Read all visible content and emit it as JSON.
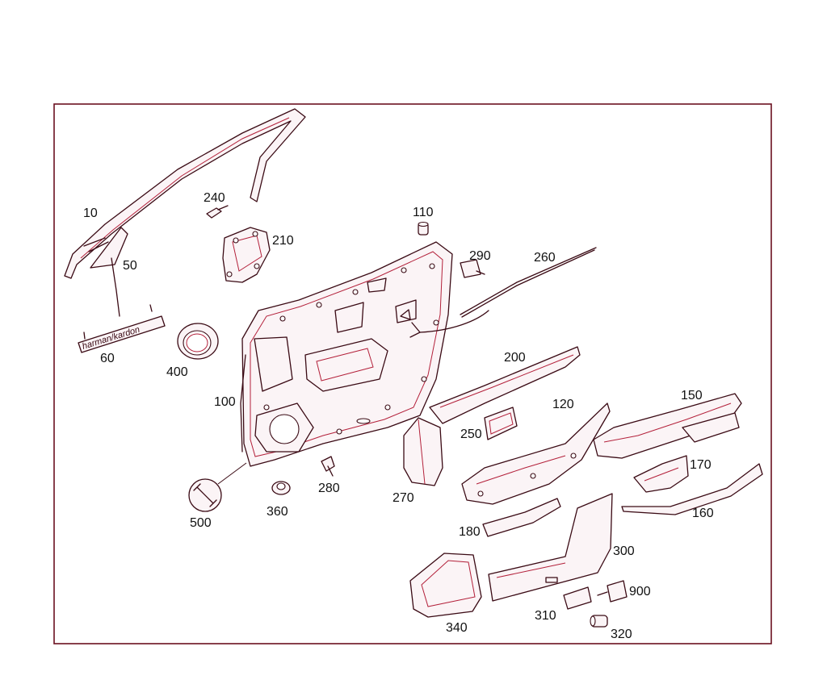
{
  "diagram": {
    "callouts": [
      "10",
      "50",
      "60",
      "100",
      "110",
      "120",
      "150",
      "160",
      "170",
      "180",
      "200",
      "210",
      "240",
      "250",
      "260",
      "270",
      "280",
      "290",
      "300",
      "310",
      "320",
      "340",
      "360",
      "400",
      "500",
      "900"
    ],
    "logo_text": "harman/kardon",
    "colors": {
      "frame": "#6b1020",
      "outline": "#3a0a14",
      "highlight": "#b3203a",
      "label": "#111111"
    }
  }
}
